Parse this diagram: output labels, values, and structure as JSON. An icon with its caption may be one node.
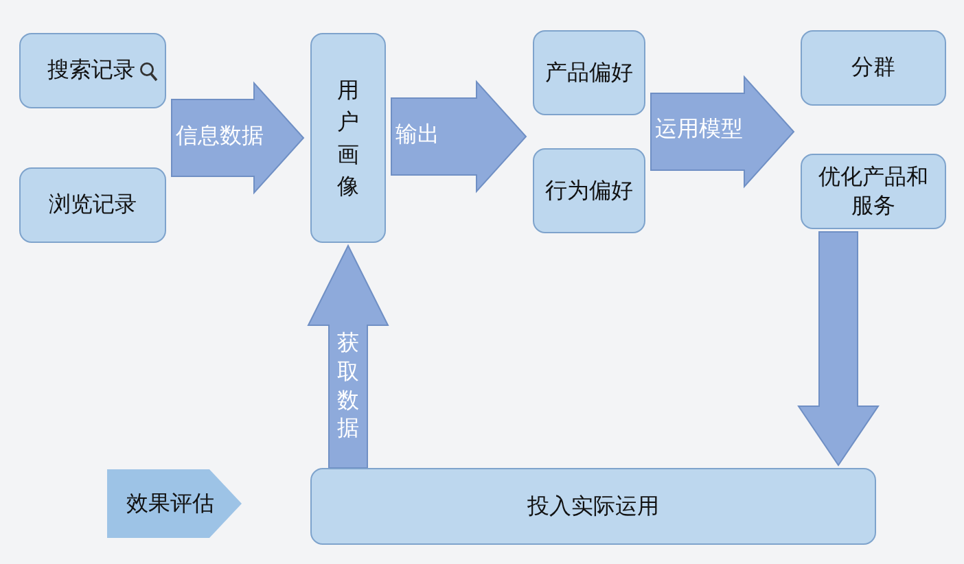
{
  "diagram": {
    "nodes": [
      {
        "text": [
          "搜索记录"
        ]
      },
      {
        "text": [
          "浏览记录"
        ]
      },
      {
        "text": [
          "用户画像"
        ]
      },
      {
        "text": [
          "产品偏好"
        ]
      },
      {
        "text": [
          "行为偏好"
        ]
      },
      {
        "text": [
          "分群"
        ]
      },
      {
        "text": [
          "优化产品和服务"
        ]
      },
      {
        "text": [
          "效果评估"
        ]
      },
      {
        "text": [
          "投入实际运用"
        ]
      }
    ],
    "edges": [
      {
        "from": 0,
        "to": 2,
        "arrow": "to",
        "label": "信息数据"
      },
      {
        "from": 1,
        "to": 2,
        "arrow": "to"
      },
      {
        "from": 2,
        "to": 3,
        "arrow": "to",
        "label": "输出"
      },
      {
        "from": 2,
        "to": 4,
        "arrow": "to"
      },
      {
        "from": 3,
        "to": 5,
        "arrow": "to",
        "label": "运用模型"
      },
      {
        "from": 3,
        "to": 6,
        "arrow": "to"
      },
      {
        "from": 4,
        "to": 5,
        "arrow": "to"
      },
      {
        "from": 4,
        "to": 6,
        "arrow": "to"
      },
      {
        "from": 8,
        "to": 2,
        "arrow": "to",
        "label": "获取数据"
      },
      {
        "from": 6,
        "to": 8,
        "arrow": "to"
      }
    ]
  }
}
